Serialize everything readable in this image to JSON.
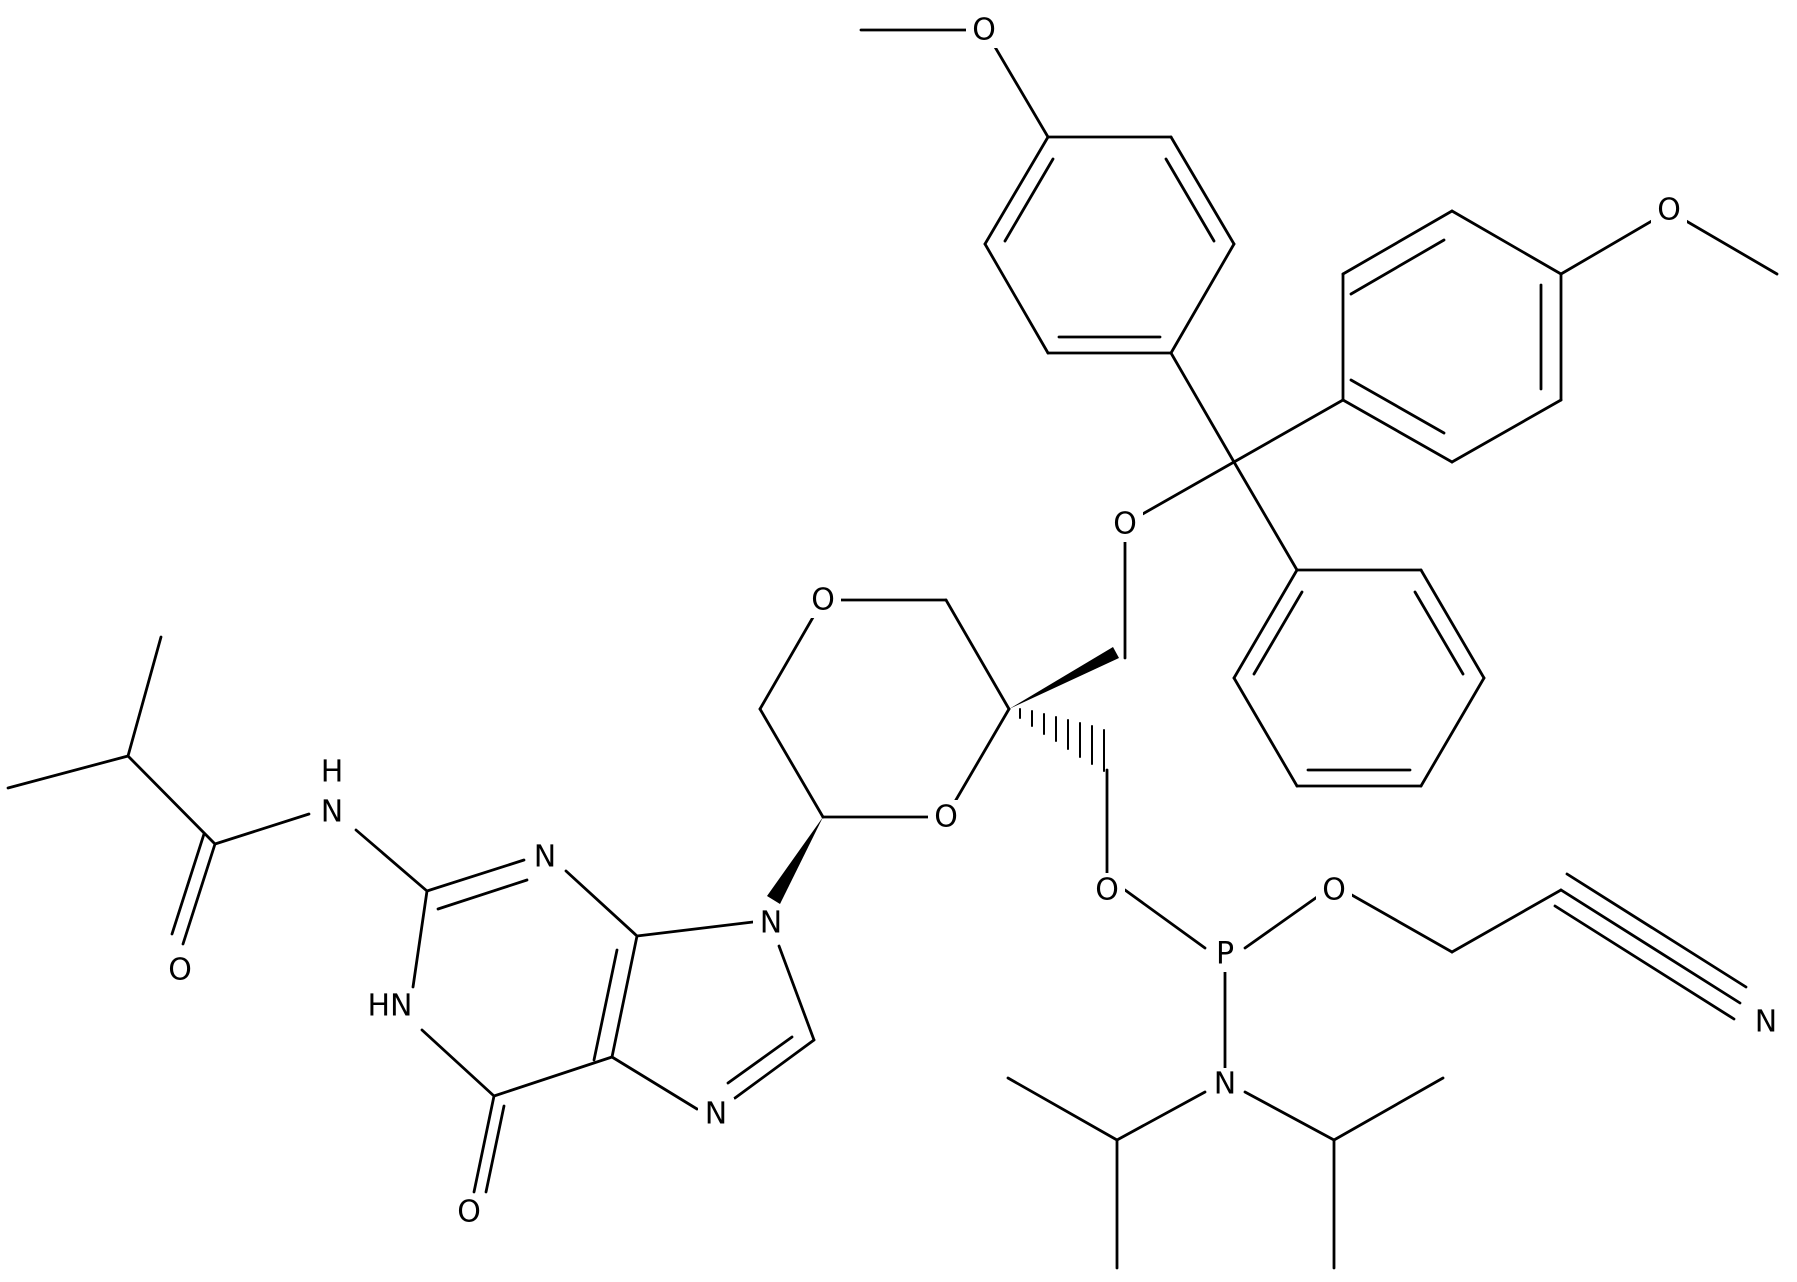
{
  "labels": {
    "o_methoxy_top": "O",
    "o_methoxy_right": "O",
    "o_trityl_ether": "O",
    "o_ring_top": "O",
    "o_ring_acetal": "O",
    "o_phosphite_left": "O",
    "o_phosphite_right": "O",
    "p_phosphorus": "P",
    "n_diisopropylamino": "N",
    "n_nitrile": "N",
    "n_amide_h": "H",
    "n_amide": "N",
    "o_amide_carbonyl": "O",
    "n_purine_3": "N",
    "n_purine_9": "N",
    "n_purine_7": "N",
    "n_purine_1": "HN",
    "o_lactam": "O"
  }
}
